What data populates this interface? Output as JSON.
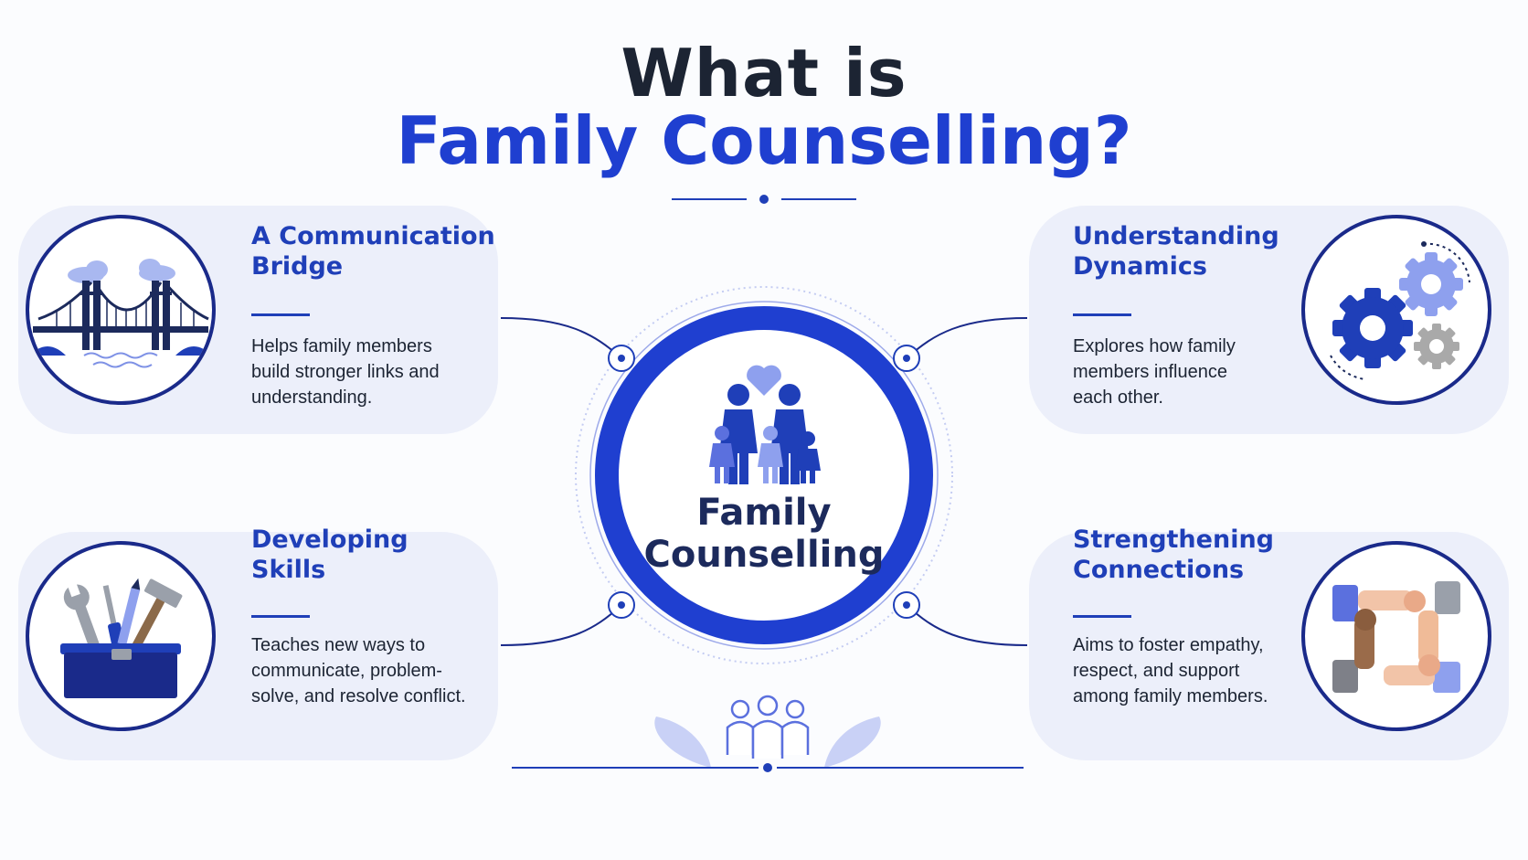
{
  "title": {
    "line1": "What is",
    "line2": "Family Counselling?"
  },
  "center": {
    "label_line1": "Family",
    "label_line2": "Counselling"
  },
  "cards": [
    {
      "title_line1": "A Communication",
      "title_line2": "Bridge",
      "text_lines": [
        "Helps family members",
        "build stronger links and",
        "understanding."
      ],
      "icon": "bridge-icon"
    },
    {
      "title_line1": "Understanding",
      "title_line2": "Dynamics",
      "text_lines": [
        "Explores how family",
        "members influence",
        "each other."
      ],
      "icon": "gears-icon"
    },
    {
      "title_line1": "Developing",
      "title_line2": "Skills",
      "text_lines": [
        "Teaches new ways to",
        "communicate, problem-",
        "solve, and resolve conflict."
      ],
      "icon": "toolbox-icon"
    },
    {
      "title_line1": "Strengthening",
      "title_line2": "Connections",
      "text_lines": [
        "Aims to foster empathy,",
        "respect, and support",
        "among family members."
      ],
      "icon": "joined-hands-icon"
    }
  ],
  "colors": {
    "accent": "#1f3fd0",
    "dark_navy": "#1a2a8a",
    "title_dark": "#1c2433",
    "card_bg": "#eceffa",
    "light_blue": "#8ea0ee"
  },
  "footer_icon": "group-of-people-icon"
}
